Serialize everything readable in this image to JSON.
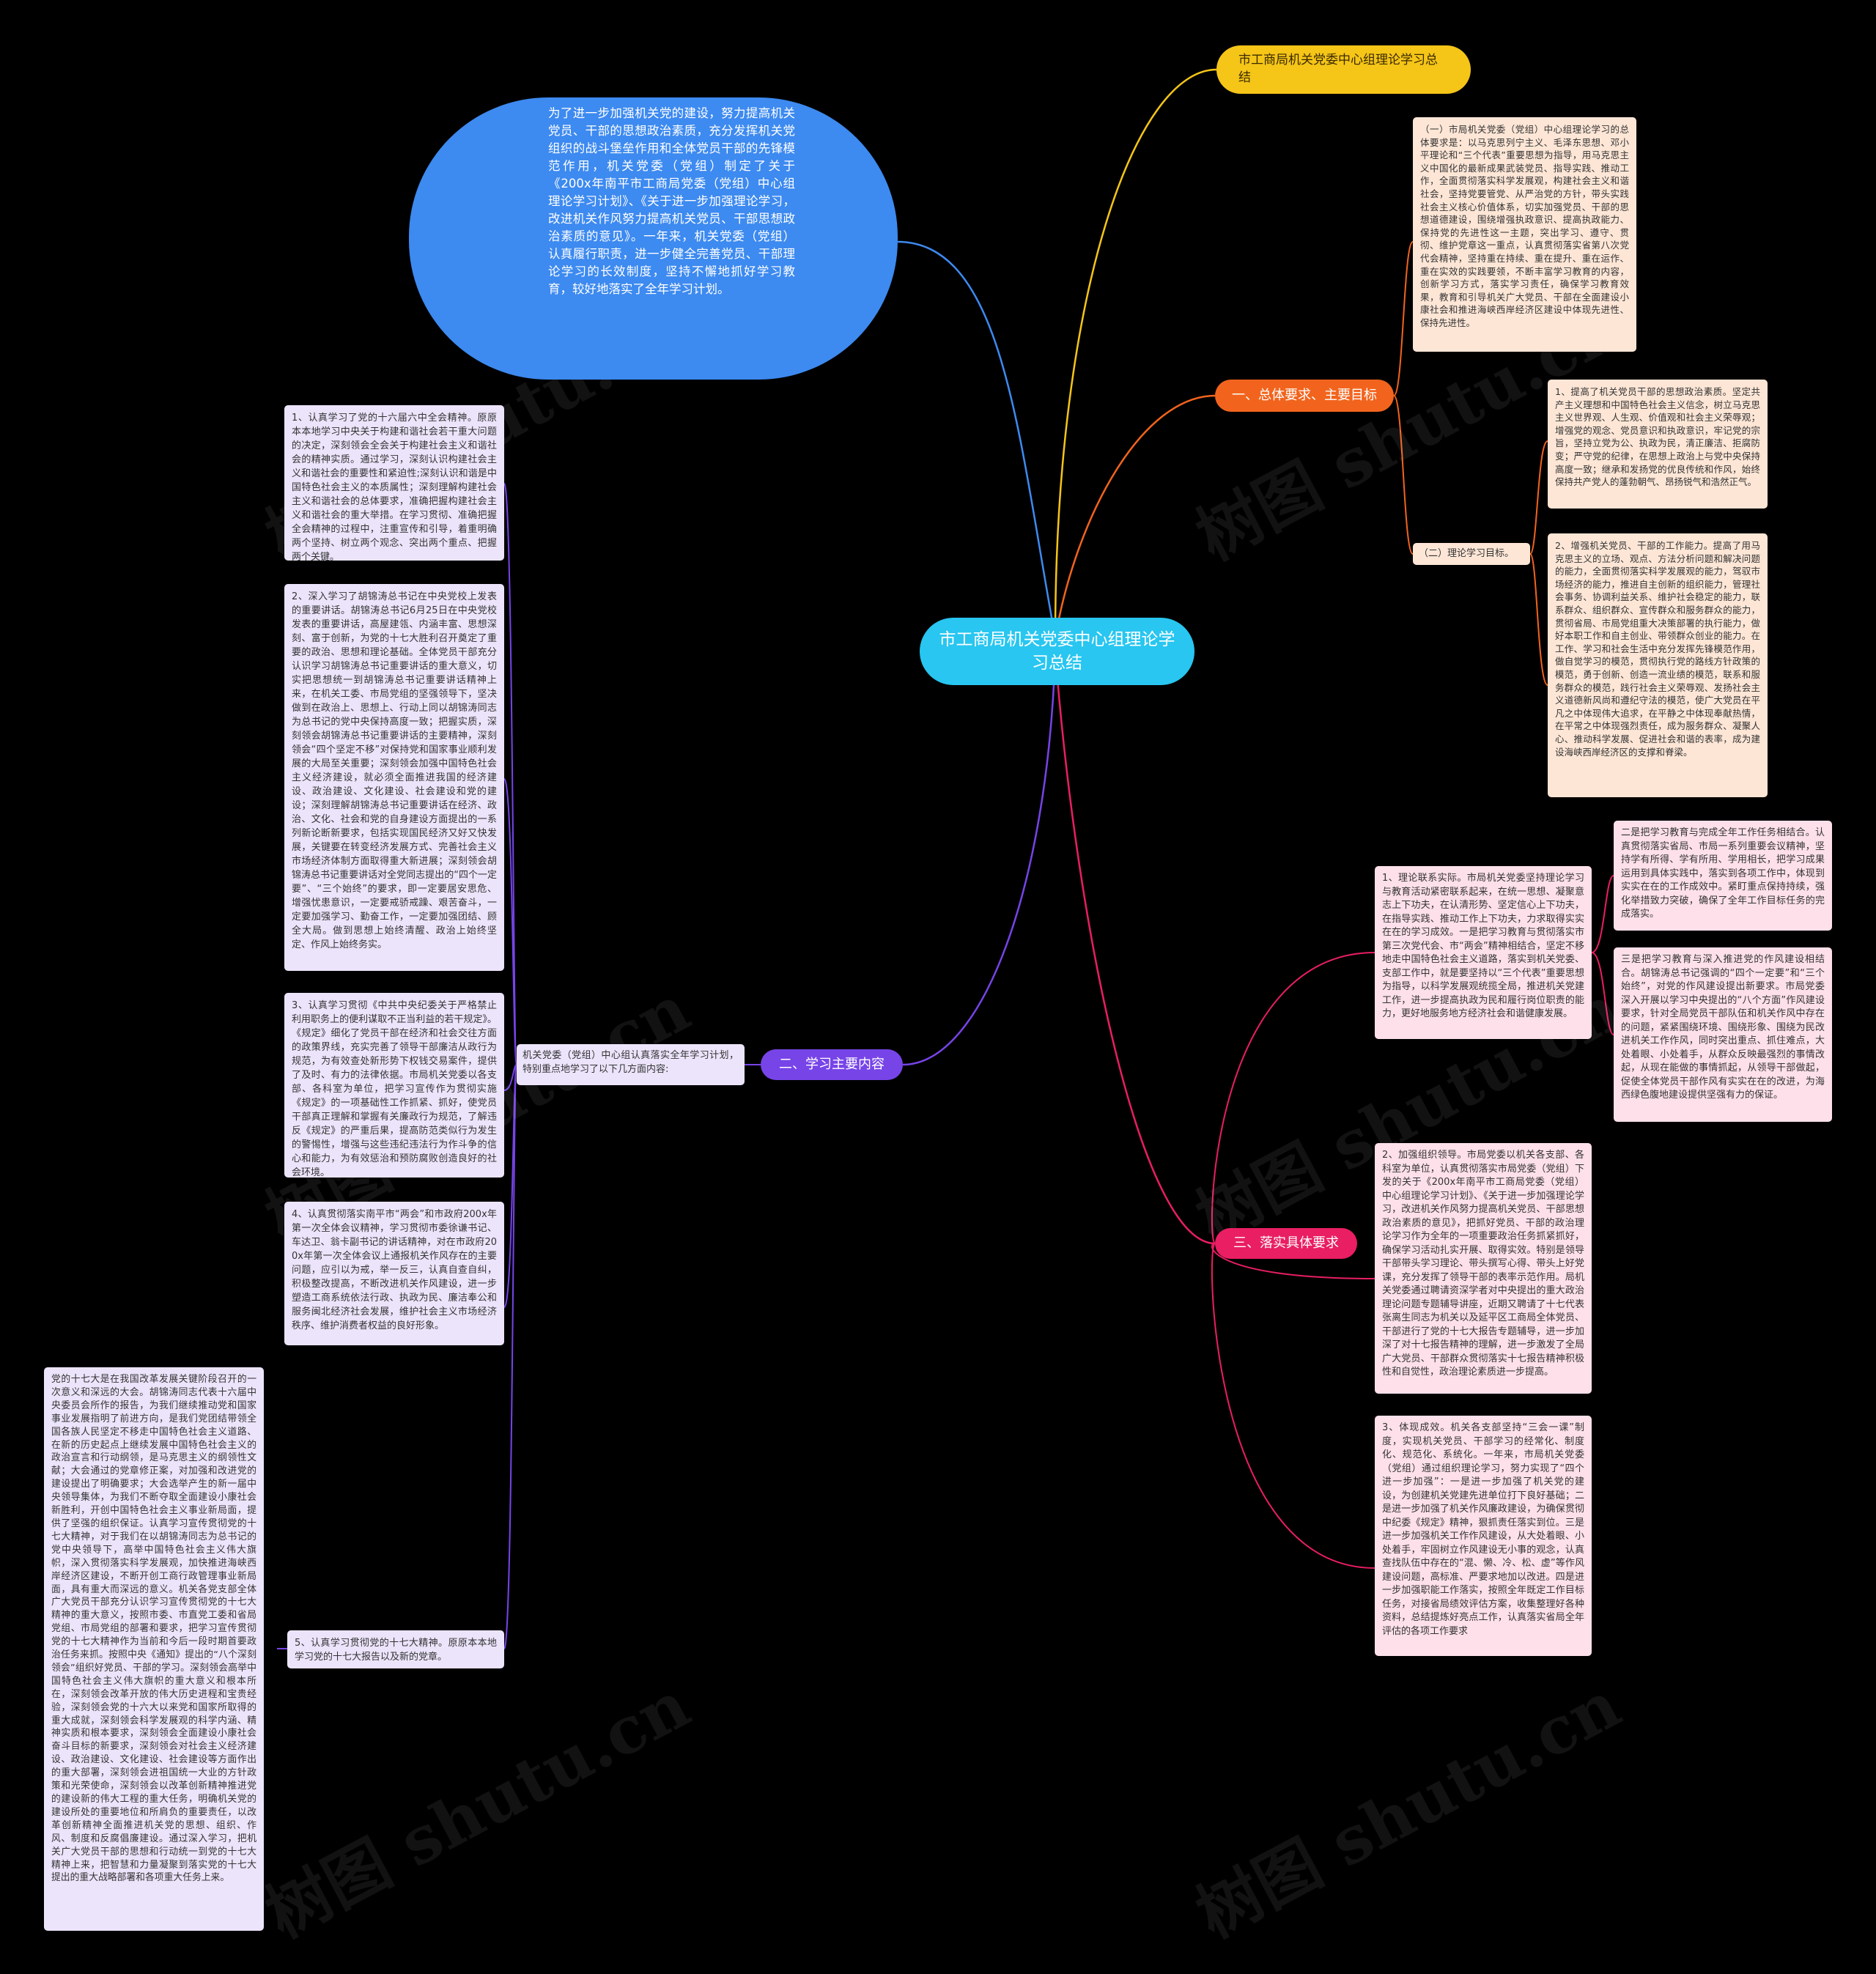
{
  "center": {
    "title": "市工商局机关党委中心组理论学习总结"
  },
  "intro": {
    "text": "为了进一步加强机关党的建设，努力提高机关党员、干部的思想政治素质，充分发挥机关党组织的战斗堡垒作用和全体党员干部的先锋模范作用，机关党委（党组）制定了关于《200x年南平市工商局党委（党组）中心组理论学习计划》、《关于进一步加强理论学习，改进机关作风努力提高机关党员、干部思想政治素质的意见》。一年来，机关党委（党组）认真履行职责，进一步健全完善党员、干部理论学习的长效制度，坚持不懈地抓好学习教育，较好地落实了全年学习计划。"
  },
  "top_title": {
    "text": "市工商局机关党委中心组理论学习总结"
  },
  "branch1": {
    "label": "一、总体要求、主要目标",
    "req": "（一）市局机关党委（党组）中心组理论学习的总体要求是：以马克思列宁主义、毛泽东思想、邓小平理论和“三个代表”重要思想为指导，用马克思主义中国化的最新成果武装党员、指导实践、推动工作，全面贯彻落实科学发展观，构建社会主义和谐社会，坚持党要管党、从严治党的方针，带头实践社会主义核心价值体系，切实加强党员、干部的思想道德建设，围绕增强执政意识、提高执政能力、保持党的先进性这一主题，突出学习、遵守、贯彻、维护党章这一重点，认真贯彻落实省第八次党代会精神，坚持重在持续、重在提升、重在运作、重在实效的实践要领，不断丰富学习教育的内容，创新学习方式，落实学习责任，确保学习教育效果，教育和引导机关广大党员、干部在全面建设小康社会和推进海峡西岸经济区建设中体现先进性、保持先进性。",
    "goal_label": "（二）理论学习目标。",
    "goal1": "1、提高了机关党员干部的思想政治素质。坚定共产主义理想和中国特色社会主义信念，树立马克思主义世界观、人生观、价值观和社会主义荣辱观；增强党的观念、党员意识和执政意识，牢记党的宗旨，坚持立党为公、执政为民，清正廉洁、拒腐防变；严守党的纪律，在思想上政治上与党中央保持高度一致；继承和发扬党的优良传统和作风，始终保持共产党人的蓬勃朝气、昂扬锐气和浩然正气。",
    "goal2": "2、增强机关党员、干部的工作能力。提高了用马克思主义的立场、观点、方法分析问题和解决问题的能力，全面贯彻落实科学发展观的能力，驾驭市场经济的能力，推进自主创新的组织能力，管理社会事务、协调利益关系、维护社会稳定的能力，联系群众、组织群众、宣传群众和服务群众的能力，贯彻省局、市局党组重大决策部署的执行能力，做好本职工作和自主创业、带领群众创业的能力。在工作、学习和社会生活中充分发挥先锋模范作用，做自觉学习的模范，贯彻执行党的路线方针政策的模范，勇于创新、创造一流业绩的模范，联系和服务群众的模范，践行社会主义荣辱观、发扬社会主义道德新风尚和遵纪守法的模范，使广大党员在平凡之中体现伟大追求，在平静之中体现奉献热情，在平常之中体现强烈责任，成为服务群众、凝聚人心、推动科学发展、促进社会和谐的表率，成为建设海峡西岸经济区的支撑和脊梁。"
  },
  "branch2": {
    "label": "二、学习主要内容",
    "hub": "机关党委（党组）中心组认真落实全年学习计划，特别重点地学习了以下几方面内容:",
    "item1": "1、认真学习了党的十六届六中全会精神。原原本本地学习中央关于构建和谐社会若干重大问题的决定，深刻领会全会关于构建社会主义和谐社会的精神实质。通过学习，深刻认识构建社会主义和谐社会的重要性和紧迫性;深刻认识和谐是中国特色社会主义的本质属性；深刻理解构建社会主义和谐社会的总体要求，准确把握构建社会主义和谐社会的重大举措。在学习贯彻、准确把握全会精神的过程中，注重宣传和引导，着重明确两个坚持、树立两个观念、突出两个重点、把握两个关键。",
    "item2": "2、深入学习了胡锦涛总书记在中央党校上发表的重要讲话。胡锦涛总书记6月25日在中央党校发表的重要讲话，高屋建瓴、内涵丰富、思想深刻、富于创新，为党的十七大胜利召开奠定了重要的政治、思想和理论基础。全体党员干部充分认识学习胡锦涛总书记重要讲话的重大意义，切实把思想统一到胡锦涛总书记重要讲话精神上来，在机关工委、市局党组的坚强领导下，坚决做到在政治上、思想上、行动上同以胡锦涛同志为总书记的党中央保持高度一致；把握实质，深刻领会胡锦涛总书记重要讲话的主要精神，深刻领会“四个坚定不移”对保持党和国家事业顺利发展的大局至关重要；深刻领会加强中国特色社会主义经济建设，就必须全面推进我国的经济建设、政治建设、文化建设、社会建设和党的建设；深刻理解胡锦涛总书记重要讲话在经济、政治、文化、社会和党的自身建设方面提出的一系列新论断新要求，包括实现国民经济又好又快发展，关键要在转变经济发展方式、完善社会主义市场经济体制方面取得重大新进展；深刻领会胡锦涛总书记重要讲话对全党同志提出的“四个一定要”、“三个始终”的要求，即一定要居安思危、增强忧患意识，一定要戒骄戒躁、艰苦奋斗，一定要加强学习、勤奋工作，一定要加强团结、顾全大局。做到思想上始终清醒、政治上始终坚定、作风上始终务实。",
    "item3": "3、认真学习贯彻《中共中央纪委关于严格禁止利用职务上的便利谋取不正当利益的若干规定》。《规定》细化了党员干部在经济和社会交往方面的政策界线，充实完善了领导干部廉洁从政行为规范，为有效查处新形势下权钱交易案件，提供了及时、有力的法律依据。市局机关党委以各支部、各科室为单位，把学习宣传作为贯彻实施《规定》的一项基础性工作抓紧、抓好，使党员干部真正理解和掌握有关廉政行为规范，了解违反《规定》的严重后果，提高防范类似行为发生的警惕性，增强与这些违纪违法行为作斗争的信心和能力，为有效惩治和预防腐败创造良好的社会环境。",
    "item4": "4、认真贯彻落实南平市“两会”和市政府200x年第一次全体会议精神，学习贯彻市委徐谦书记、车达卫、翁卡副书记的讲话精神，对在市政府200x年第一次全体会议上通报机关作风存在的主要问题，应引以为戒，举一反三，认真自查自纠，积极整改提高，不断改进机关作风建设，进一步塑造工商系统依法行政、执政为民、廉洁奉公和服务闽北经济社会发展，维护社会主义市场经济秩序、维护消费者权益的良好形象。",
    "item5": "5、认真学习贯彻党的十七大精神。原原本本地学习党的十七大报告以及新的党章。",
    "item5_detail": "党的十七大是在我国改革发展关键阶段召开的一次意义和深远的大会。胡锦涛同志代表十六届中央委员会所作的报告，为我们继续推动党和国家事业发展指明了前进方向，是我们党团结带领全国各族人民坚定不移走中国特色社会主义道路、在新的历史起点上继续发展中国特色社会主义的政治宣言和行动纲领，是马克思主义的纲领性文献；大会通过的党章修正案，对加强和改进党的建设提出了明确要求；大会选举产生的新一届中央领导集体，为我们不断夺取全面建设小康社会新胜利，开创中国特色社会主义事业新局面，提供了坚强的组织保证。认真学习宣传贯彻党的十七大精神，对于我们在以胡锦涛同志为总书记的党中央领导下，高举中国特色社会主义伟大旗帜，深入贯彻落实科学发展观，加快推进海峡西岸经济区建设，不断开创工商行政管理事业新局面，具有重大而深远的意义。机关各党支部全体广大党员干部充分认识学习宣传贯彻党的十七大精神的重大意义，按照市委、市直党工委和省局党组、市局党组的部署和要求，把学习宣传贯彻党的十七大精神作为当前和今后一段时期首要政治任务来抓。按照中央《通知》提出的“八个深刻领会”组织好党员、干部的学习。深刻领会高举中国特色社会主义伟大旗帜的重大意义和根本所在，深刻领会改革开放的伟大历史进程和宝贵经验，深刻领会党的十六大以来党和国家所取得的重大成就，深刻领会科学发展观的科学内涵、精神实质和根本要求，深刻领会全面建设小康社会奋斗目标的新要求，深刻领会对社会主义经济建设、政治建设、文化建设、社会建设等方面作出的重大部署，深刻领会进祖国统一大业的方针政策和光荣使命，深刻领会以改革创新精神推进党的建设新的伟大工程的重大任务，明确机关党的建设所处的重要地位和所肩负的重要责任，以改革创新精神全面推进机关党的思想、组织、作风、制度和反腐倡廉建设。通过深入学习，把机关广大党员干部的思想和行动统一到党的十七大精神上来，把智慧和力量凝聚到落实党的十七大提出的重大战略部署和各项重大任务上来。"
  },
  "branch3": {
    "label": "三、落实具体要求",
    "item1": "1、理论联系实际。市局机关党委坚持理论学习与教育活动紧密联系起来，在统一思想、凝聚意志上下功夫，在认清形势、坚定信心上下功夫，在指导实践、推动工作上下功夫，力求取得实实在在的学习成效。一是把学习教育与贯彻落实市第三次党代会、市“两会”精神相结合，坚定不移地走中国特色社会主义道路，落实到机关党委、支部工作中，就是要坚持以“三个代表”重要思想为指导，以科学发展观统揽全局，推进机关党建工作，进一步提高执政为民和履行岗位职责的能力，更好地服务地方经济社会和谐健康发展。",
    "item1_a": "二是把学习教育与完成全年工作任务相结合。认真贯彻落实省局、市局一系列重要会议精神，坚持学有所得、学有所用、学用相长，把学习成果运用到具体实践中，落实到各项工作中，体现到实实在在的工作成效中。紧盯重点保持持续，强化举措致力突破，确保了全年工作目标任务的完成落实。",
    "item1_b": "三是把学习教育与深入推进党的作风建设相结合。胡锦涛总书记强调的“四个一定要”和“三个始终”，对党的作风建设提出新要求。市局党委深入开展以学习中央提出的“八个方面”作风建设要求，针对全局党员干部队伍和机关作风中存在的问题，紧紧围绕环境、围绕形象、围绕为民改进机关工作作风，同时突出重点、抓住难点，大处着眼、小处着手，从群众反映最强烈的事情改起，从现在能做的事情抓起，从领导干部做起，促使全体党员干部作风有实实在在的改进，为海西绿色腹地建设提供坚强有力的保证。",
    "item2": "2、加强组织领导。市局党委以机关各支部、各科室为单位，认真贯彻落实市局党委（党组）下发的关于《200x年南平市工商局党委（党组）中心组理论学习计划》、《关于进一步加强理论学习，改进机关作风努力提高机关党员、干部思想政治素质的意见》，把抓好党员、干部的政治理论学习作为全年的一项重要政治任务抓紧抓好，确保学习活动扎实开展、取得实效。特别是领导干部带头学习理论、带头撰写心得、带头上好党课，充分发挥了领导干部的表率示范作用。局机关党委通过聘请资深学者对中央提出的重大政治理论问题专题辅导讲座，近期又聘请了十七代表张离生同志为机关以及延平区工商局全体党员、干部进行了党的十七大报告专题辅导，进一步加深了对十七报告精神的理解，进一步激发了全局广大党员、干部群众贯彻落实十七报告精神积极性和自觉性，政治理论素质进一步提高。",
    "item3": "3、体现成效。机关各支部坚持“三会一课”制度，实现机关党员、干部学习的经常化、制度化、规范化、系统化。一年来，市局机关党委（党组）通过组织理论学习，努力实现了“四个进一步加强”：一是进一步加强了机关党的建设，为创建机关党建先进单位打下良好基础；二是进一步加强了机关作风廉政建设，为确保贯彻中纪委《规定》精神，狠抓责任落实到位。三是进一步加强机关工作作风建设，从大处着眼、小处着手，牢固树立作风建设无小事的观念，认真查找队伍中存在的“混、懒、冷、松、虚”等作风建设问题，高标准、严要求地加以改进。四是进一步加强职能工作落实，按照全年既定工作目标任务，对接省局绩效评估方案，收集整理好各种资料，总结提炼好亮点工作，认真落实省局全年评估的各项工作要求"
  },
  "watermark": "树图 shutu.cn",
  "colors": {
    "background": "#000000",
    "center": "#28c6f0",
    "intro": "#3d8af0",
    "title_node": "#f5c518",
    "branch1": "#f2641d",
    "branch2": "#7744e8",
    "branch3": "#e91e63",
    "note_branch1": "#fde6d6",
    "note_branch2": "#ece4fb",
    "note_branch3": "#fde0ea"
  }
}
